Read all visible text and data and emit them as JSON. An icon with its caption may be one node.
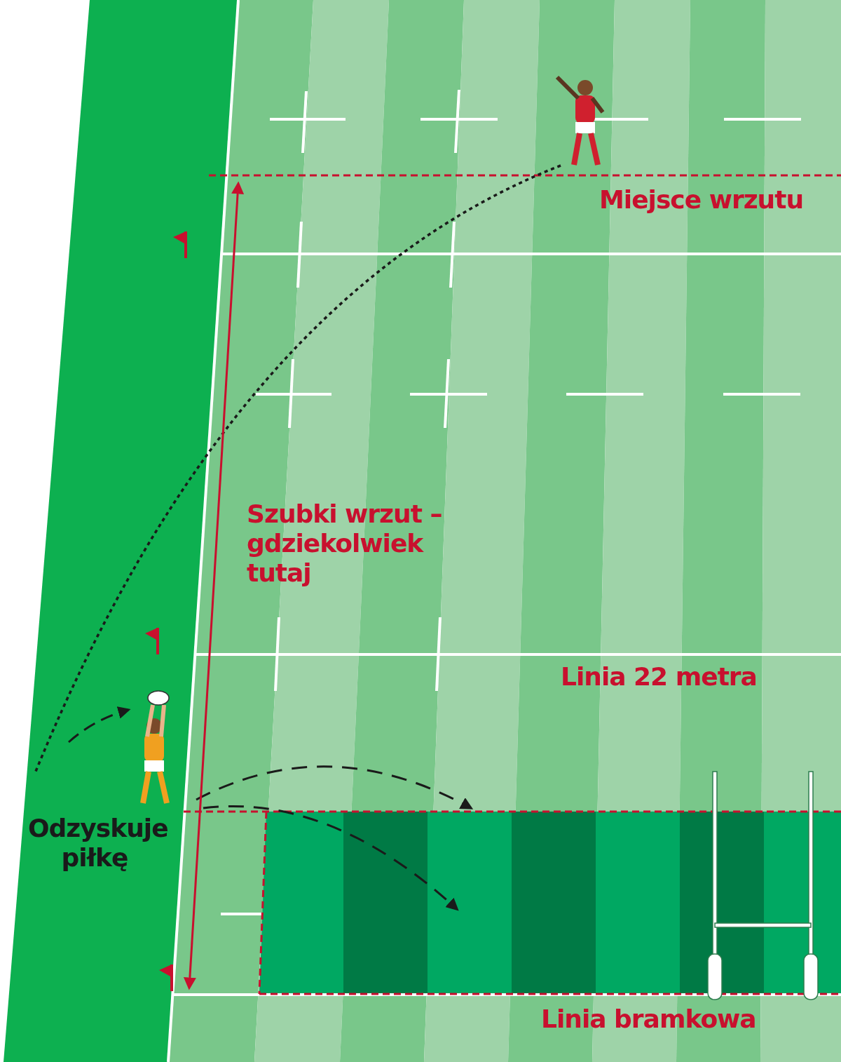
{
  "diagram": {
    "labels": [
      "Miejsce wrzutu",
      "Szubki wrzut – gdziekolwiek tutaj",
      "Linia 22 metra",
      "Odzyskuje piłkę",
      "Linia bramkowa"
    ]
  }
}
